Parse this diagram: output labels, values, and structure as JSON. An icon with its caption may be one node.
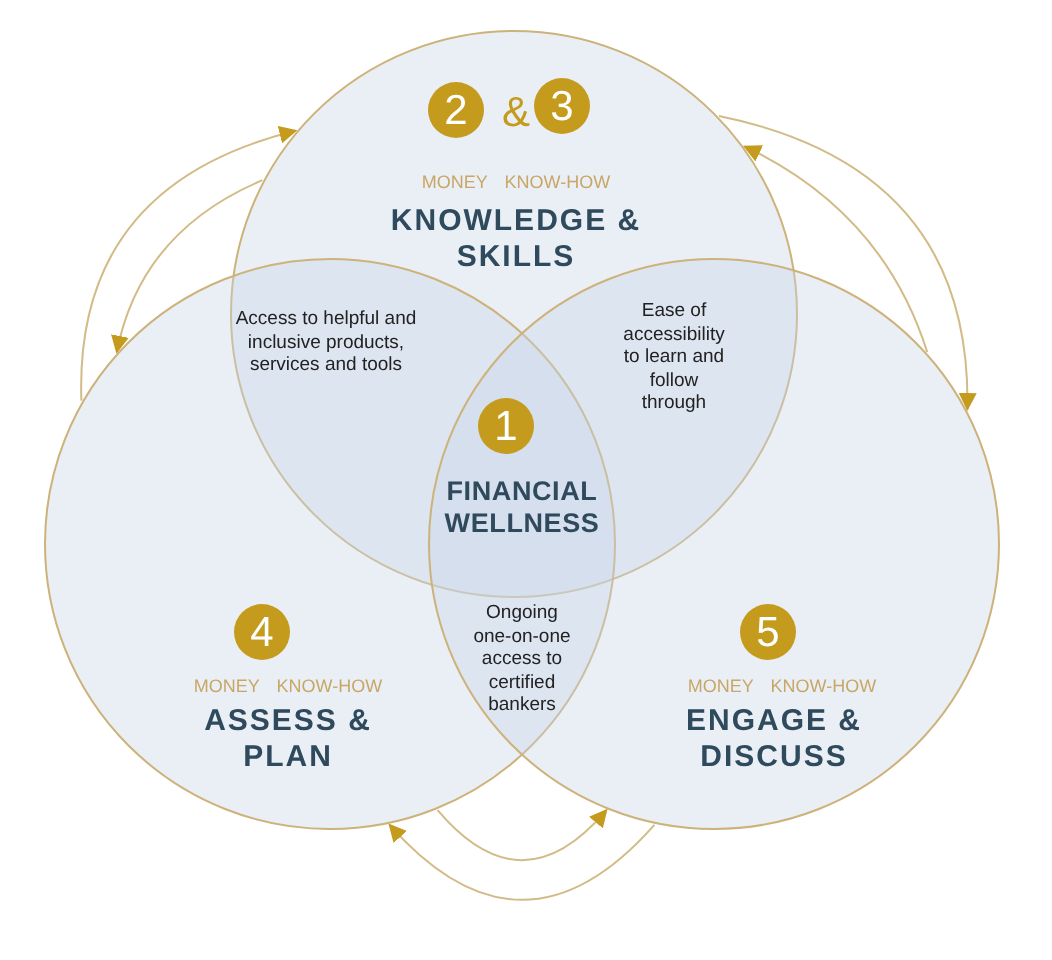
{
  "diagram": {
    "nodes": [
      {
        "text": [
          "&",
          "MONEY KNOW-HOW",
          "KNOWLEDGE & SKILLS"
        ]
      },
      {
        "text": [
          "2"
        ],
        "in": 0
      },
      {
        "text": [
          "3"
        ],
        "in": 0
      },
      {
        "text": [
          "1"
        ]
      },
      {
        "text": [
          "MONEY KNOW-HOW",
          "ASSESS & PLAN"
        ]
      },
      {
        "text": [
          "4"
        ],
        "in": 4
      },
      {
        "text": [
          "MONEY KNOW-HOW",
          "ENGAGE & DISCUSS"
        ]
      },
      {
        "text": [
          "5"
        ],
        "in": 6
      }
    ],
    "edges": [
      {
        "from": 4,
        "to": 0,
        "arrow": "to"
      },
      {
        "from": 0,
        "to": 4,
        "arrow": "to"
      },
      {
        "from": 0,
        "to": 6,
        "arrow": "to"
      },
      {
        "from": 6,
        "to": 0,
        "arrow": "to"
      },
      {
        "from": 4,
        "to": 6,
        "arrow": "to"
      },
      {
        "from": 6,
        "to": 4,
        "arrow": "to"
      }
    ],
    "labels": [
      "Access to helpful and inclusive products, services and tools",
      "Ease of accessibility to learn and follow through",
      "FINANCIAL WELLNESS",
      "Ongoing one-on-one access to certified bankers"
    ]
  }
}
